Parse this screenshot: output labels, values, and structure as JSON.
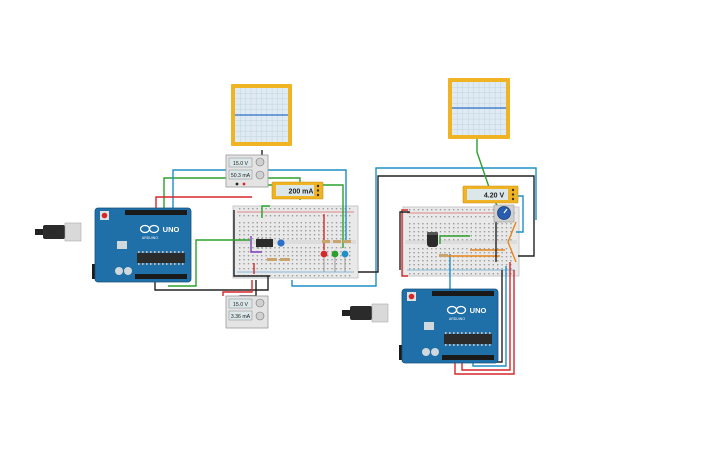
{
  "colors": {
    "board": "#1f6fa8",
    "board_dark": "#17547f",
    "scope_frame": "#f0b323",
    "scope_screen": "#dfeaf2",
    "scope_trace": "#2a6fc9",
    "breadboard": "#e9e9e9",
    "wire_red": "#d62728",
    "wire_black": "#222222",
    "wire_green": "#2ca02c",
    "wire_blue": "#1f8fc7",
    "wire_orange": "#e8851a",
    "wire_purple": "#7b3fb5",
    "meter_display": "#dce7ea"
  },
  "boards": [
    {
      "name": "arduino-uno-left",
      "brand": "ARDUINO",
      "model": "UNO"
    },
    {
      "name": "arduino-uno-right",
      "brand": "ARDUINO",
      "model": "UNO"
    }
  ],
  "multimeters": {
    "current_left": "200 mA",
    "voltage_right": "4.20 V"
  },
  "power_supplies": {
    "top": {
      "voltage": "15.0 V",
      "current": "50.3 mA"
    },
    "bottom": {
      "voltage": "15.0 V",
      "current": "3.36 mA"
    }
  }
}
